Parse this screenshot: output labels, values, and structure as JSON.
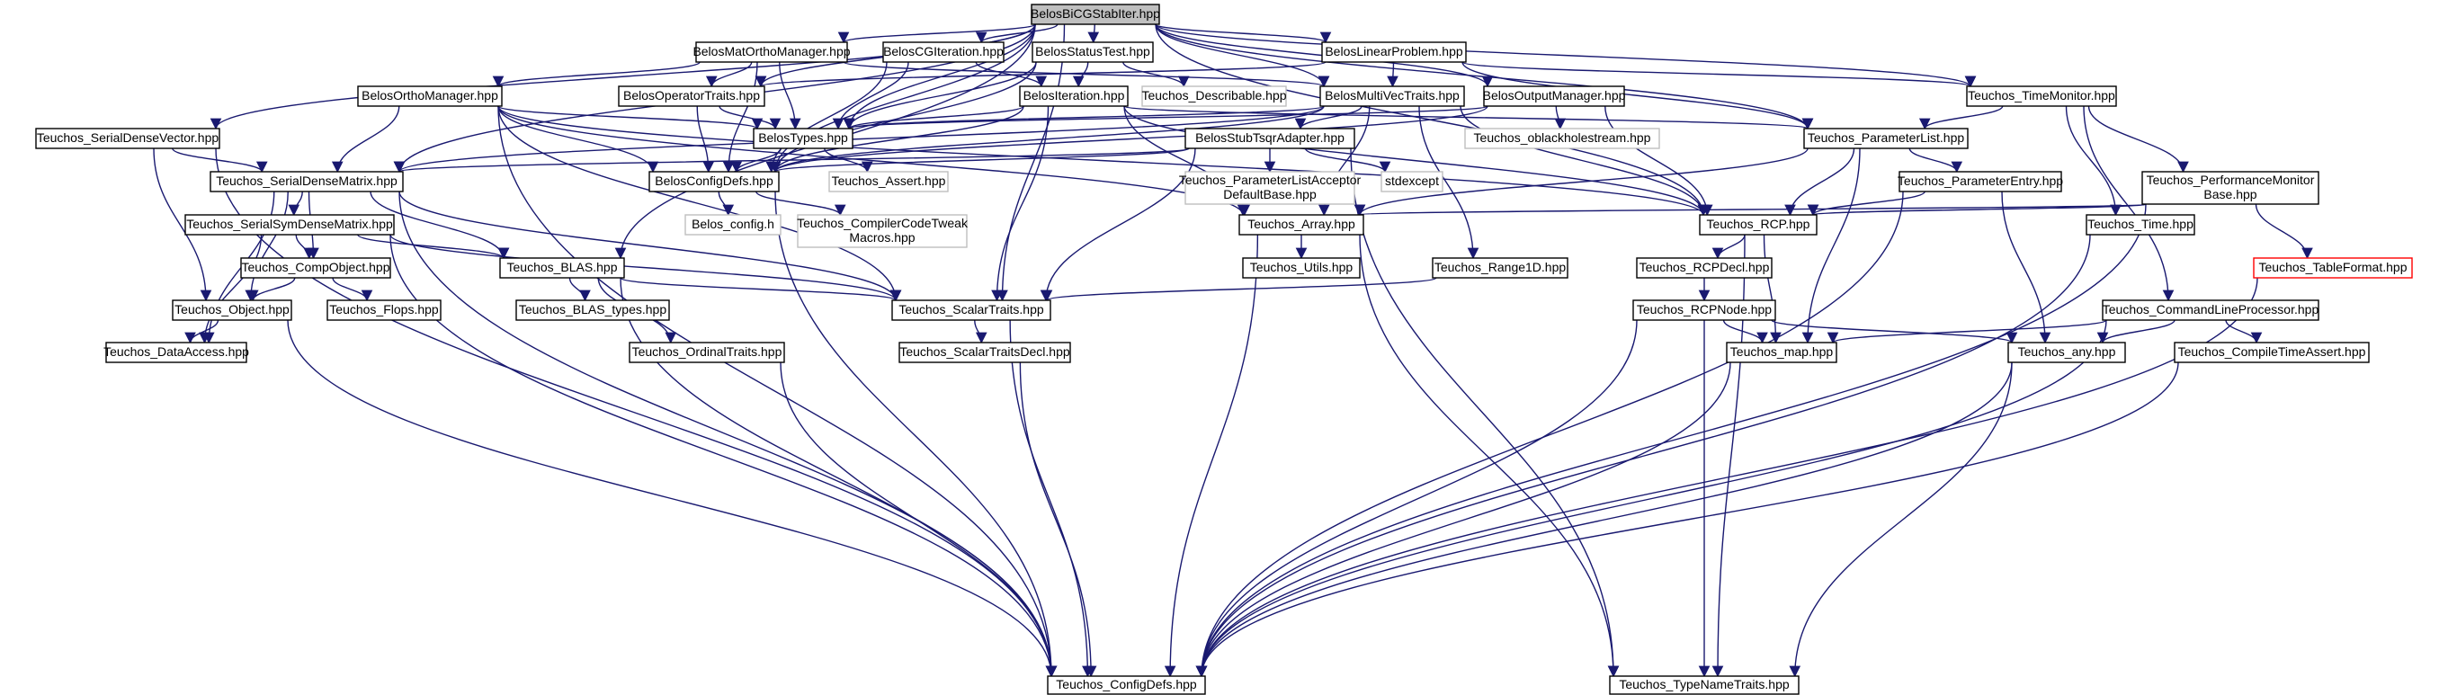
{
  "graph": {
    "edge_color": "#191970",
    "root_fill": "#bfbfbf",
    "external_stroke": "#bfbfbf",
    "flagged_stroke": "#ff0000",
    "nodes": [
      {
        "id": "root",
        "lines": [
          "BelosBiCGStabIter.hpp"
        ],
        "kind": "root"
      },
      {
        "id": "matortho",
        "lines": [
          "BelosMatOrthoManager.hpp"
        ]
      },
      {
        "id": "cgiter",
        "lines": [
          "BelosCGIteration.hpp"
        ]
      },
      {
        "id": "status",
        "lines": [
          "BelosStatusTest.hpp"
        ]
      },
      {
        "id": "linprob",
        "lines": [
          "BelosLinearProblem.hpp"
        ]
      },
      {
        "id": "orthomgr",
        "lines": [
          "BelosOrthoManager.hpp"
        ]
      },
      {
        "id": "optraits",
        "lines": [
          "BelosOperatorTraits.hpp"
        ]
      },
      {
        "id": "describable",
        "lines": [
          "Teuchos_Describable.hpp"
        ],
        "kind": "external"
      },
      {
        "id": "iteration",
        "lines": [
          "BelosIteration.hpp"
        ]
      },
      {
        "id": "multivec",
        "lines": [
          "BelosMultiVecTraits.hpp"
        ]
      },
      {
        "id": "outmgr",
        "lines": [
          "BelosOutputManager.hpp"
        ]
      },
      {
        "id": "timemon",
        "lines": [
          "Teuchos_TimeMonitor.hpp"
        ]
      },
      {
        "id": "sdv",
        "lines": [
          "Teuchos_SerialDenseVector.hpp"
        ]
      },
      {
        "id": "belostypes",
        "lines": [
          "BelosTypes.hpp"
        ]
      },
      {
        "id": "stubtsqr",
        "lines": [
          "BelosStubTsqrAdapter.hpp"
        ]
      },
      {
        "id": "oblackhole",
        "lines": [
          "Teuchos_oblackholestream.hpp"
        ],
        "kind": "external"
      },
      {
        "id": "paramlist",
        "lines": [
          "Teuchos_ParameterList.hpp"
        ]
      },
      {
        "id": "sdm",
        "lines": [
          "Teuchos_SerialDenseMatrix.hpp"
        ]
      },
      {
        "id": "configdefs_belos",
        "lines": [
          "BelosConfigDefs.hpp"
        ]
      },
      {
        "id": "assert",
        "lines": [
          "Teuchos_Assert.hpp"
        ],
        "kind": "external"
      },
      {
        "id": "plad",
        "lines": [
          "Teuchos_ParameterListAcceptor",
          "DefaultBase.hpp"
        ],
        "kind": "external"
      },
      {
        "id": "stdexcept",
        "lines": [
          "stdexcept"
        ],
        "kind": "external"
      },
      {
        "id": "paramentry",
        "lines": [
          "Teuchos_ParameterEntry.hpp"
        ]
      },
      {
        "id": "perfmon",
        "lines": [
          "Teuchos_PerformanceMonitor",
          "Base.hpp"
        ]
      },
      {
        "id": "ssdm",
        "lines": [
          "Teuchos_SerialSymDenseMatrix.hpp"
        ]
      },
      {
        "id": "belosconfig",
        "lines": [
          "Belos_config.h"
        ],
        "kind": "external"
      },
      {
        "id": "compilertweak",
        "lines": [
          "Teuchos_CompilerCodeTweak",
          "Macros.hpp"
        ],
        "kind": "external"
      },
      {
        "id": "array",
        "lines": [
          "Teuchos_Array.hpp"
        ]
      },
      {
        "id": "rcp",
        "lines": [
          "Teuchos_RCP.hpp"
        ]
      },
      {
        "id": "time",
        "lines": [
          "Teuchos_Time.hpp"
        ]
      },
      {
        "id": "compobject",
        "lines": [
          "Teuchos_CompObject.hpp"
        ]
      },
      {
        "id": "blas",
        "lines": [
          "Teuchos_BLAS.hpp"
        ]
      },
      {
        "id": "utils",
        "lines": [
          "Teuchos_Utils.hpp"
        ]
      },
      {
        "id": "range1d",
        "lines": [
          "Teuchos_Range1D.hpp"
        ]
      },
      {
        "id": "rcpdecl",
        "lines": [
          "Teuchos_RCPDecl.hpp"
        ]
      },
      {
        "id": "tableformat",
        "lines": [
          "Teuchos_TableFormat.hpp"
        ],
        "kind": "flagged"
      },
      {
        "id": "object",
        "lines": [
          "Teuchos_Object.hpp"
        ]
      },
      {
        "id": "flops",
        "lines": [
          "Teuchos_Flops.hpp"
        ]
      },
      {
        "id": "blastypes",
        "lines": [
          "Teuchos_BLAS_types.hpp"
        ]
      },
      {
        "id": "scalartraits",
        "lines": [
          "Teuchos_ScalarTraits.hpp"
        ]
      },
      {
        "id": "rcpnode",
        "lines": [
          "Teuchos_RCPNode.hpp"
        ]
      },
      {
        "id": "cmdline",
        "lines": [
          "Teuchos_CommandLineProcessor.hpp"
        ]
      },
      {
        "id": "dataaccess",
        "lines": [
          "Teuchos_DataAccess.hpp"
        ]
      },
      {
        "id": "ordinaltraits",
        "lines": [
          "Teuchos_OrdinalTraits.hpp"
        ]
      },
      {
        "id": "stdecl",
        "lines": [
          "Teuchos_ScalarTraitsDecl.hpp"
        ]
      },
      {
        "id": "map",
        "lines": [
          "Teuchos_map.hpp"
        ]
      },
      {
        "id": "any",
        "lines": [
          "Teuchos_any.hpp"
        ]
      },
      {
        "id": "cta",
        "lines": [
          "Teuchos_CompileTimeAssert.hpp"
        ]
      },
      {
        "id": "configdefs_teuchos",
        "lines": [
          "Teuchos_ConfigDefs.hpp"
        ]
      },
      {
        "id": "typename",
        "lines": [
          "Teuchos_TypeNameTraits.hpp"
        ]
      }
    ],
    "edges": [
      [
        "root",
        "matortho"
      ],
      [
        "root",
        "cgiter"
      ],
      [
        "root",
        "status"
      ],
      [
        "root",
        "linprob"
      ],
      [
        "root",
        "outmgr"
      ],
      [
        "root",
        "timemon"
      ],
      [
        "root",
        "sdv"
      ],
      [
        "root",
        "sdm"
      ],
      [
        "root",
        "configdefs_belos"
      ],
      [
        "root",
        "belostypes"
      ],
      [
        "root",
        "optraits"
      ],
      [
        "root",
        "multivec"
      ],
      [
        "root",
        "paramlist"
      ],
      [
        "root",
        "scalartraits"
      ],
      [
        "root",
        "blas"
      ],
      [
        "root",
        "rcp"
      ],
      [
        "matortho",
        "orthomgr"
      ],
      [
        "matortho",
        "optraits"
      ],
      [
        "matortho",
        "belostypes"
      ],
      [
        "matortho",
        "configdefs_belos"
      ],
      [
        "matortho",
        "multivec"
      ],
      [
        "cgiter",
        "iteration"
      ],
      [
        "cgiter",
        "belostypes"
      ],
      [
        "cgiter",
        "configdefs_belos"
      ],
      [
        "status",
        "describable"
      ],
      [
        "status",
        "iteration"
      ],
      [
        "status",
        "belostypes"
      ],
      [
        "status",
        "configdefs_belos"
      ],
      [
        "linprob",
        "multivec"
      ],
      [
        "linprob",
        "optraits"
      ],
      [
        "linprob",
        "paramlist"
      ],
      [
        "linprob",
        "timemon"
      ],
      [
        "orthomgr",
        "belostypes"
      ],
      [
        "orthomgr",
        "configdefs_belos"
      ],
      [
        "orthomgr",
        "sdm"
      ],
      [
        "orthomgr",
        "array"
      ],
      [
        "orthomgr",
        "rcp"
      ],
      [
        "orthomgr",
        "configdefs_teuchos"
      ],
      [
        "orthomgr",
        "scalartraits"
      ],
      [
        "optraits",
        "belostypes"
      ],
      [
        "optraits",
        "configdefs_belos"
      ],
      [
        "iteration",
        "belostypes"
      ],
      [
        "iteration",
        "configdefs_belos"
      ],
      [
        "iteration",
        "paramlist"
      ],
      [
        "iteration",
        "array"
      ],
      [
        "iteration",
        "rcp"
      ],
      [
        "iteration",
        "scalartraits"
      ],
      [
        "multivec",
        "belostypes"
      ],
      [
        "multivec",
        "stubtsqr"
      ],
      [
        "multivec",
        "rcp"
      ],
      [
        "multivec",
        "range1d"
      ],
      [
        "multivec",
        "sdm"
      ],
      [
        "multivec",
        "configdefs_belos"
      ],
      [
        "multivec",
        "array"
      ],
      [
        "outmgr",
        "belostypes"
      ],
      [
        "outmgr",
        "oblackhole"
      ],
      [
        "outmgr",
        "rcp"
      ],
      [
        "outmgr",
        "configdefs_belos"
      ],
      [
        "timemon",
        "paramlist"
      ],
      [
        "timemon",
        "time"
      ],
      [
        "timemon",
        "perfmon"
      ],
      [
        "timemon",
        "cmdline"
      ],
      [
        "sdv",
        "sdm"
      ],
      [
        "sdv",
        "object"
      ],
      [
        "sdv",
        "configdefs_teuchos"
      ],
      [
        "belostypes",
        "configdefs_belos"
      ],
      [
        "belostypes",
        "assert"
      ],
      [
        "stubtsqr",
        "configdefs_belos"
      ],
      [
        "stubtsqr",
        "plad"
      ],
      [
        "stubtsqr",
        "stdexcept"
      ],
      [
        "stubtsqr",
        "scalartraits"
      ],
      [
        "stubtsqr",
        "sdm"
      ],
      [
        "stubtsqr",
        "typename"
      ],
      [
        "paramlist",
        "paramentry"
      ],
      [
        "paramlist",
        "rcp"
      ],
      [
        "paramlist",
        "map"
      ],
      [
        "paramlist",
        "array"
      ],
      [
        "sdm",
        "ssdm"
      ],
      [
        "sdm",
        "compobject"
      ],
      [
        "sdm",
        "blas"
      ],
      [
        "sdm",
        "dataaccess"
      ],
      [
        "sdm",
        "object"
      ],
      [
        "sdm",
        "configdefs_teuchos"
      ],
      [
        "sdm",
        "scalartraits"
      ],
      [
        "configdefs_belos",
        "belosconfig"
      ],
      [
        "configdefs_belos",
        "compilertweak"
      ],
      [
        "configdefs_belos",
        "configdefs_teuchos"
      ],
      [
        "paramentry",
        "rcp"
      ],
      [
        "paramentry",
        "any"
      ],
      [
        "paramentry",
        "configdefs_teuchos"
      ],
      [
        "perfmon",
        "tableformat"
      ],
      [
        "perfmon",
        "array"
      ],
      [
        "perfmon",
        "rcp"
      ],
      [
        "perfmon",
        "configdefs_teuchos"
      ],
      [
        "ssdm",
        "compobject"
      ],
      [
        "ssdm",
        "blas"
      ],
      [
        "ssdm",
        "dataaccess"
      ],
      [
        "ssdm",
        "scalartraits"
      ],
      [
        "ssdm",
        "configdefs_teuchos"
      ],
      [
        "array",
        "utils"
      ],
      [
        "array",
        "typename"
      ],
      [
        "array",
        "configdefs_teuchos"
      ],
      [
        "rcp",
        "rcpdecl"
      ],
      [
        "rcp",
        "map"
      ],
      [
        "rcp",
        "typename"
      ],
      [
        "time",
        "configdefs_teuchos"
      ],
      [
        "compobject",
        "object"
      ],
      [
        "compobject",
        "flops"
      ],
      [
        "blas",
        "blastypes"
      ],
      [
        "blas",
        "ordinaltraits"
      ],
      [
        "blas",
        "scalartraits"
      ],
      [
        "blas",
        "configdefs_teuchos"
      ],
      [
        "range1d",
        "scalartraits"
      ],
      [
        "rcpdecl",
        "rcpnode"
      ],
      [
        "tableformat",
        "configdefs_teuchos"
      ],
      [
        "object",
        "dataaccess"
      ],
      [
        "object",
        "configdefs_teuchos"
      ],
      [
        "scalartraits",
        "stdecl"
      ],
      [
        "scalartraits",
        "configdefs_teuchos"
      ],
      [
        "rcpnode",
        "map"
      ],
      [
        "rcpnode",
        "any"
      ],
      [
        "rcpnode",
        "typename"
      ],
      [
        "rcpnode",
        "configdefs_teuchos"
      ],
      [
        "cmdline",
        "map"
      ],
      [
        "cmdline",
        "any"
      ],
      [
        "cmdline",
        "cta"
      ],
      [
        "cmdline",
        "configdefs_teuchos"
      ],
      [
        "ordinaltraits",
        "configdefs_teuchos"
      ],
      [
        "stdecl",
        "configdefs_teuchos"
      ],
      [
        "map",
        "configdefs_teuchos"
      ],
      [
        "any",
        "typename"
      ],
      [
        "any",
        "configdefs_teuchos"
      ],
      [
        "cta",
        "configdefs_teuchos"
      ]
    ]
  }
}
